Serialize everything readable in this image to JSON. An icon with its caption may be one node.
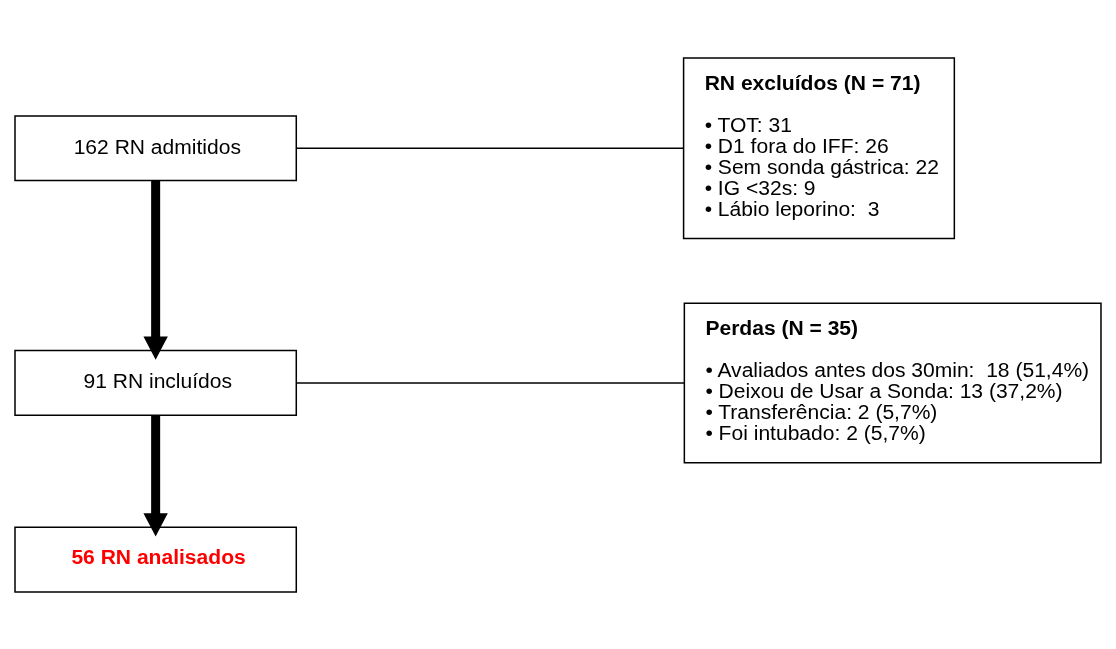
{
  "diagram": {
    "nodes": [
      {
        "text": [
          "162 RN admitidos"
        ]
      },
      {
        "text": [
          "RN excluídos (N = 71)",
          "• TOT: 31",
          "• D1 fora do IFF: 26",
          "• Sem sonda gástrica: 22",
          "• IG <32s: 9",
          "• Lábio leporino:  3"
        ]
      },
      {
        "text": [
          "91 RN incluídos"
        ]
      },
      {
        "text": [
          "Perdas (N = 35)",
          "• Avaliados antes dos 30min:  18 (51,4%)",
          "• Deixou de Usar a Sonda: 13 (37,2%)",
          "• Transferência: 2 (5,7%)",
          "• Foi intubado: 2 (5,7%)"
        ]
      },
      {
        "text": [
          "56 RN analisados"
        ]
      }
    ],
    "edges": [
      {
        "from": 0,
        "to": 2,
        "arrow": "to",
        "style": "thick"
      },
      {
        "from": 0,
        "to": 1,
        "arrow": "none"
      },
      {
        "from": 2,
        "to": 4,
        "arrow": "to",
        "style": "thick"
      },
      {
        "from": 2,
        "to": 3,
        "arrow": "none"
      }
    ]
  }
}
